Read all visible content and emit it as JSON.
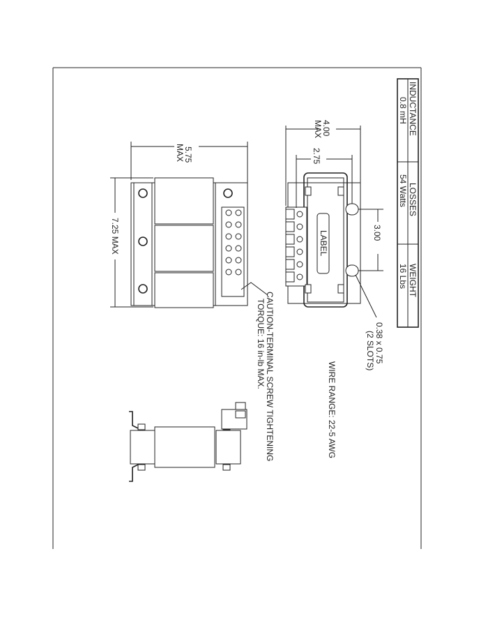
{
  "spec_table": {
    "headers": [
      "INDUCTANCE",
      "LOSSES",
      "WEIGHT"
    ],
    "values": [
      "0.8 mH",
      "54 Watts",
      "16 Lbs"
    ]
  },
  "dimensions": {
    "height": "4.00",
    "height_note": "MAX",
    "mount_width": "2.75",
    "slot_spacing": "3.00",
    "width": "5.75",
    "width_note": "MAX",
    "length": "7.25 MAX",
    "slot_size": "0.38 x 0.75",
    "slot_count": "(2 SLOTS)"
  },
  "labels": {
    "label_plate": "LABEL",
    "wire_range": "WIRE RANGE: 22-5 AWG",
    "caution_line1": "CAUTION-TERMINAL SCREW TIGHTENING",
    "caution_line2": "TORQUE: 16 in-lb MAX."
  }
}
